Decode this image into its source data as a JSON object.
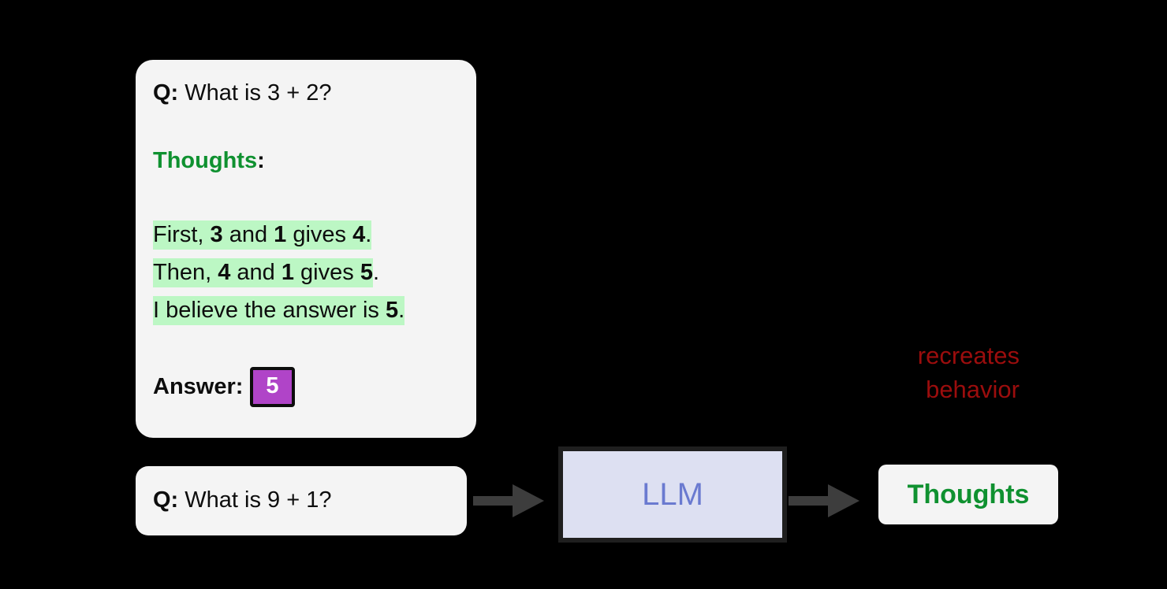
{
  "background_color": "#000000",
  "colors": {
    "card_bg": "#f4f4f4",
    "highlight_green": "#bcf7c4",
    "thoughts_green": "#0f9130",
    "answer_purple": "#b044c8",
    "llm_fill": "#dde0f2",
    "llm_text": "#6a7ad0",
    "arrow_gray": "#3d3d3d",
    "annotation_red": "#9b0d0d",
    "text_black": "#0d0d0d"
  },
  "prompt_card": {
    "question": {
      "label": "Q:",
      "text": " What is 3 + 2?"
    },
    "thoughts_heading": {
      "word": "Thoughts",
      "colon": ":"
    },
    "reasoning_lines": [
      {
        "highlight_includes_period": true,
        "segments": [
          {
            "text": "First, ",
            "bold": false
          },
          {
            "text": "3",
            "bold": true
          },
          {
            "text": " and ",
            "bold": false
          },
          {
            "text": "1",
            "bold": true
          },
          {
            "text": " gives ",
            "bold": false
          },
          {
            "text": "4",
            "bold": true
          },
          {
            "text": ".",
            "bold": false
          }
        ],
        "plain": "First, 3 and 1 gives 4."
      },
      {
        "highlight_includes_period": false,
        "segments": [
          {
            "text": "Then, ",
            "bold": false
          },
          {
            "text": "4",
            "bold": true
          },
          {
            "text": " and ",
            "bold": false
          },
          {
            "text": "1",
            "bold": true
          },
          {
            "text": " gives ",
            "bold": false
          },
          {
            "text": "5",
            "bold": true
          }
        ],
        "trailing": ".",
        "plain": "Then, 4 and 1 gives 5."
      },
      {
        "highlight_includes_period": true,
        "segments": [
          {
            "text": "I believe the answer is ",
            "bold": false
          },
          {
            "text": "5",
            "bold": true
          },
          {
            "text": ".",
            "bold": false
          }
        ],
        "plain": "I believe the answer is 5."
      }
    ],
    "answer": {
      "label": "Answer:",
      "value": "5"
    }
  },
  "query_box": {
    "label": "Q:",
    "text": " What is 9 + 1?"
  },
  "llm": {
    "label": "LLM"
  },
  "output": {
    "label": "Thoughts"
  },
  "annotation": {
    "line1": "recreates",
    "line2": "behavior"
  },
  "arrows": [
    {
      "name": "arrow-prompt-to-llm",
      "direction": "right"
    },
    {
      "name": "arrow-llm-to-output",
      "direction": "right"
    }
  ]
}
